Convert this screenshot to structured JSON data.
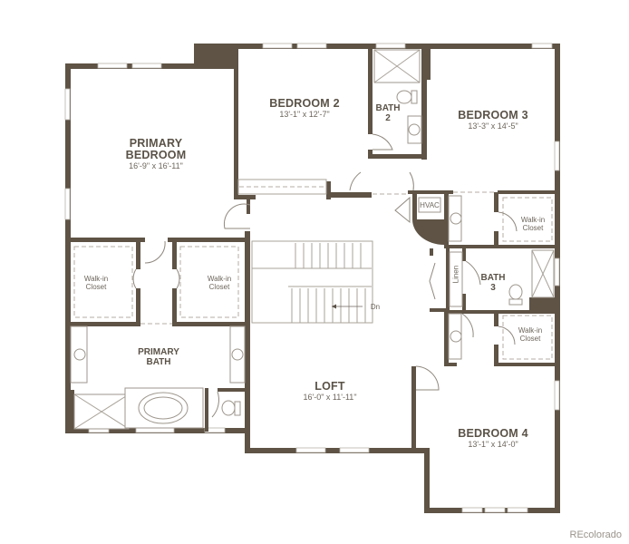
{
  "floorplan": {
    "colors": {
      "wall": "#5e5345",
      "text": "#5a5247",
      "background": "#ffffff"
    },
    "rooms": {
      "primary_bedroom": {
        "name_line1": "PRIMARY",
        "name_line2": "BEDROOM",
        "dims": "16'-9\" x 16'-11\""
      },
      "bedroom2": {
        "name": "BEDROOM 2",
        "dims": "13'-1\" x 12'-7\""
      },
      "bath2": {
        "name_line1": "BATH",
        "name_line2": "2"
      },
      "bedroom3": {
        "name": "BEDROOM 3",
        "dims": "13'-3\" x 14'-5\""
      },
      "hvac": {
        "label": "HVAC"
      },
      "walkin_closet_ne": {
        "line1": "Walk-in",
        "line2": "Closet"
      },
      "linen": {
        "label": "Linen"
      },
      "bath3": {
        "name_line1": "BATH",
        "name_line2": "3"
      },
      "walkin_closet_e": {
        "line1": "Walk-in",
        "line2": "Closet"
      },
      "walkin_closet_left": {
        "line1": "Walk-in",
        "line2": "Closet"
      },
      "walkin_closet_right": {
        "line1": "Walk-in",
        "line2": "Closet"
      },
      "primary_bath": {
        "name_line1": "PRIMARY",
        "name_line2": "BATH"
      },
      "loft": {
        "name": "LOFT",
        "dims": "16'-0\" x 11'-11\""
      },
      "bedroom4": {
        "name": "BEDROOM 4",
        "dims": "13'-1\" x 14'-0\""
      }
    },
    "stairs": {
      "label": "Dn"
    },
    "watermark": "REcolorado"
  }
}
